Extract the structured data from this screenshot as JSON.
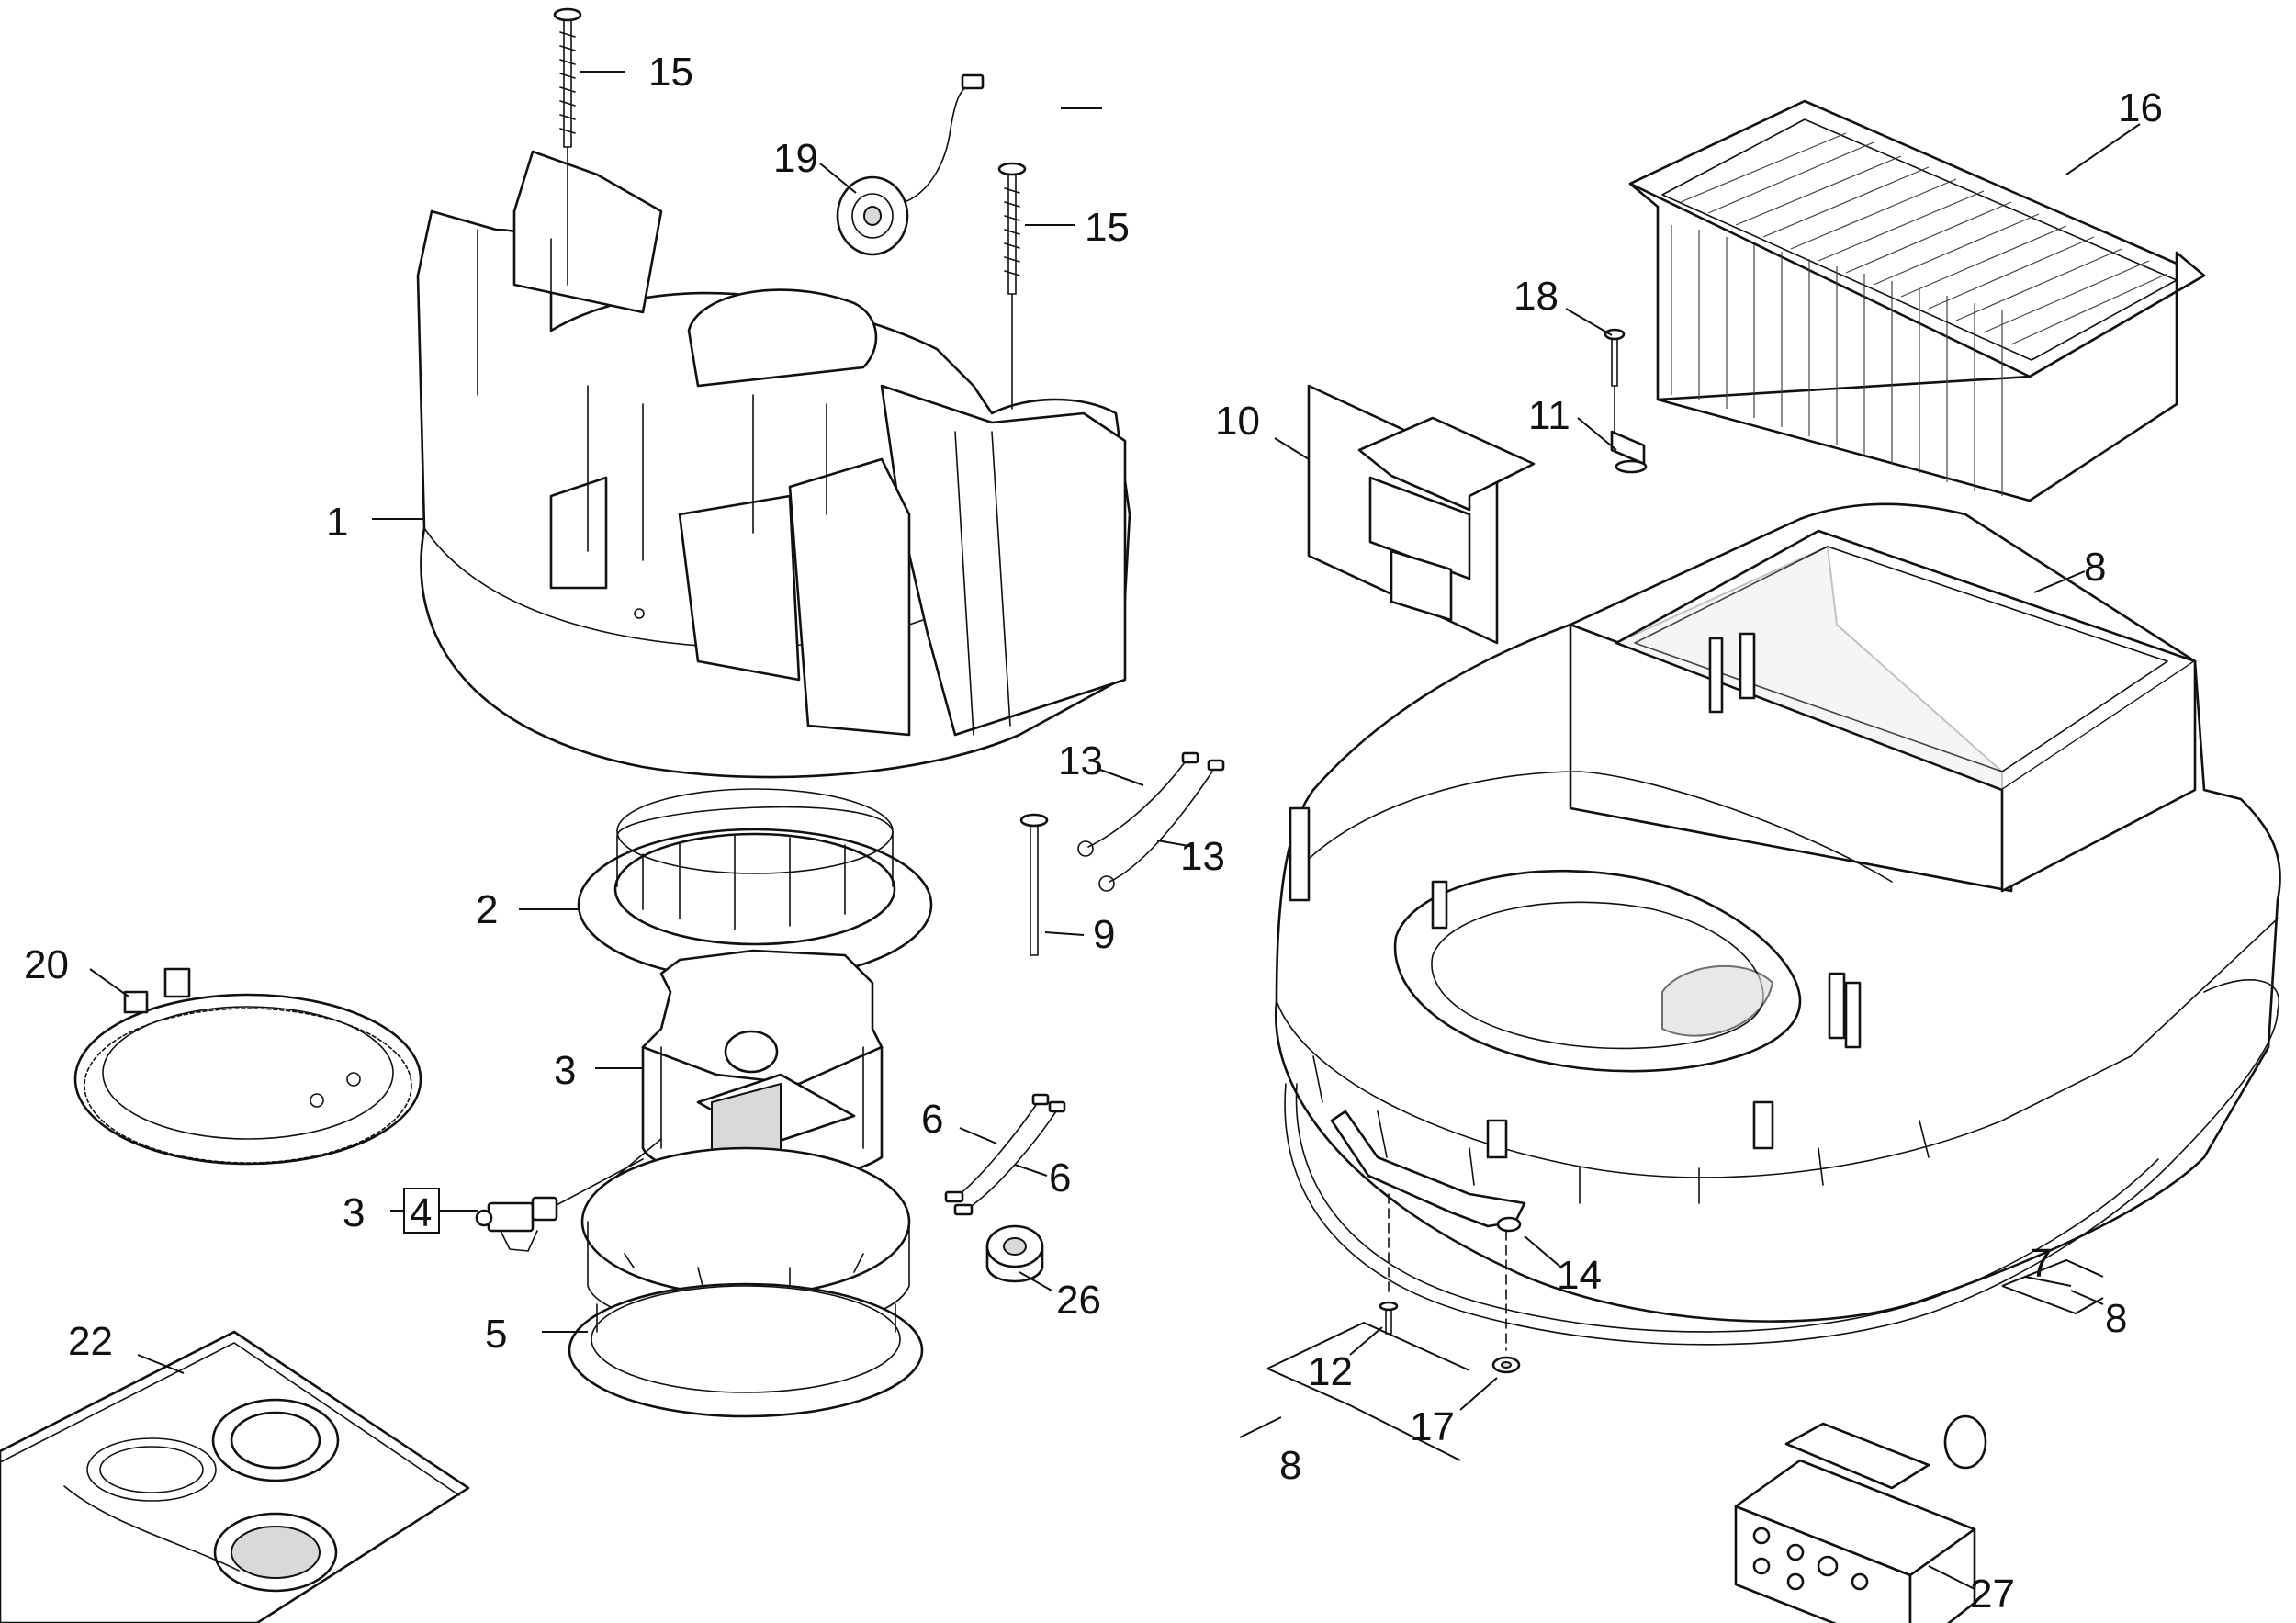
{
  "callouts": {
    "c1": "1",
    "c2": "2",
    "c3a": "3",
    "c3b": "3",
    "c4": "4",
    "c5": "5",
    "c6a": "6",
    "c6b": "6",
    "c7": "7",
    "c8a": "8",
    "c8b": "8",
    "c8c": "8",
    "c9": "9",
    "c10": "10",
    "c11": "11",
    "c12": "12",
    "c13a": "13",
    "c13b": "13",
    "c14": "14",
    "c15a": "15",
    "c15b": "15",
    "c16": "16",
    "c17": "17",
    "c18": "18",
    "c19": "19",
    "c20": "20",
    "c22": "22",
    "c26": "26",
    "c27": "27"
  },
  "colors": {
    "line": "#111111",
    "background": "#ffffff",
    "shade": "#d9d9d9"
  }
}
